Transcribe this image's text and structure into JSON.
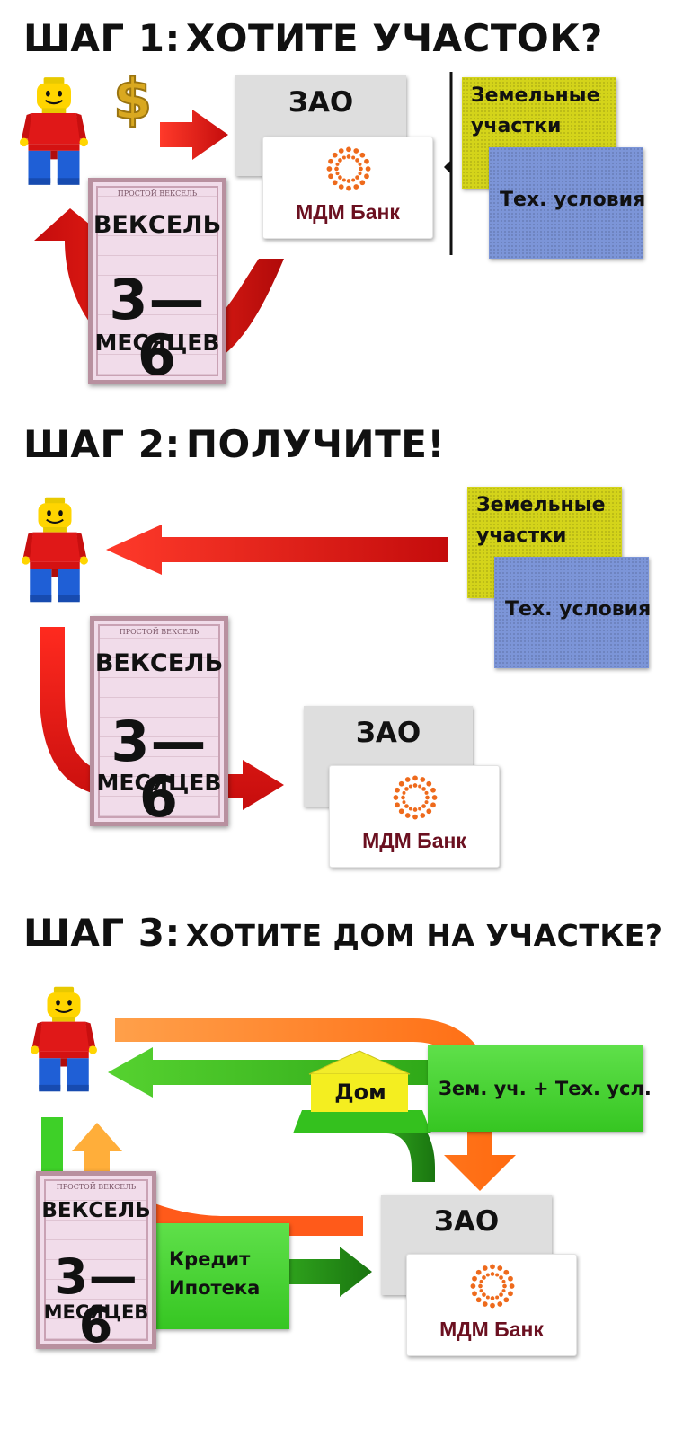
{
  "steps": [
    {
      "label": "ШАГ 1:",
      "text": "ХОТИТЕ УЧАСТОК?"
    },
    {
      "label": "ШАГ 2:",
      "text": "ПОЛУЧИТЕ!"
    },
    {
      "label": "ШАГ 3:",
      "text": "ХОТИТЕ ДОМ НА УЧАСТКЕ?"
    }
  ],
  "zao": {
    "label": "ЗАО"
  },
  "bank": {
    "name": "МДМ Банк"
  },
  "land": {
    "title": "Земельные участки",
    "line1": "Земельные",
    "line2": "участки"
  },
  "tech": {
    "title": "Тех. условия"
  },
  "bill": {
    "header": "ПРОСТОЙ ВЕКСЕЛЬ",
    "title": "ВЕКСЕЛЬ",
    "term": "3—6",
    "unit": "МЕСЯЦЕВ"
  },
  "step3": {
    "house": "Дом",
    "land_tech": "Зем. уч. + Тех. усл.",
    "credit": "Кредит",
    "mortgage": "Ипотека"
  },
  "icons": [
    "lego-figure-icon",
    "dollar-sign-icon",
    "mdm-bank-logo-icon",
    "house-icon"
  ],
  "colors": {
    "arrow_red": "#e01010",
    "arrow_orange": "#ff7a1a",
    "arrow_green": "#3cc626",
    "arrow_dark_green": "#1e8a12",
    "land_card": "#d4d41a",
    "tech_card": "#7c95d8",
    "bank_text": "#6b1020",
    "bank_logo": "#ee6a1c"
  }
}
